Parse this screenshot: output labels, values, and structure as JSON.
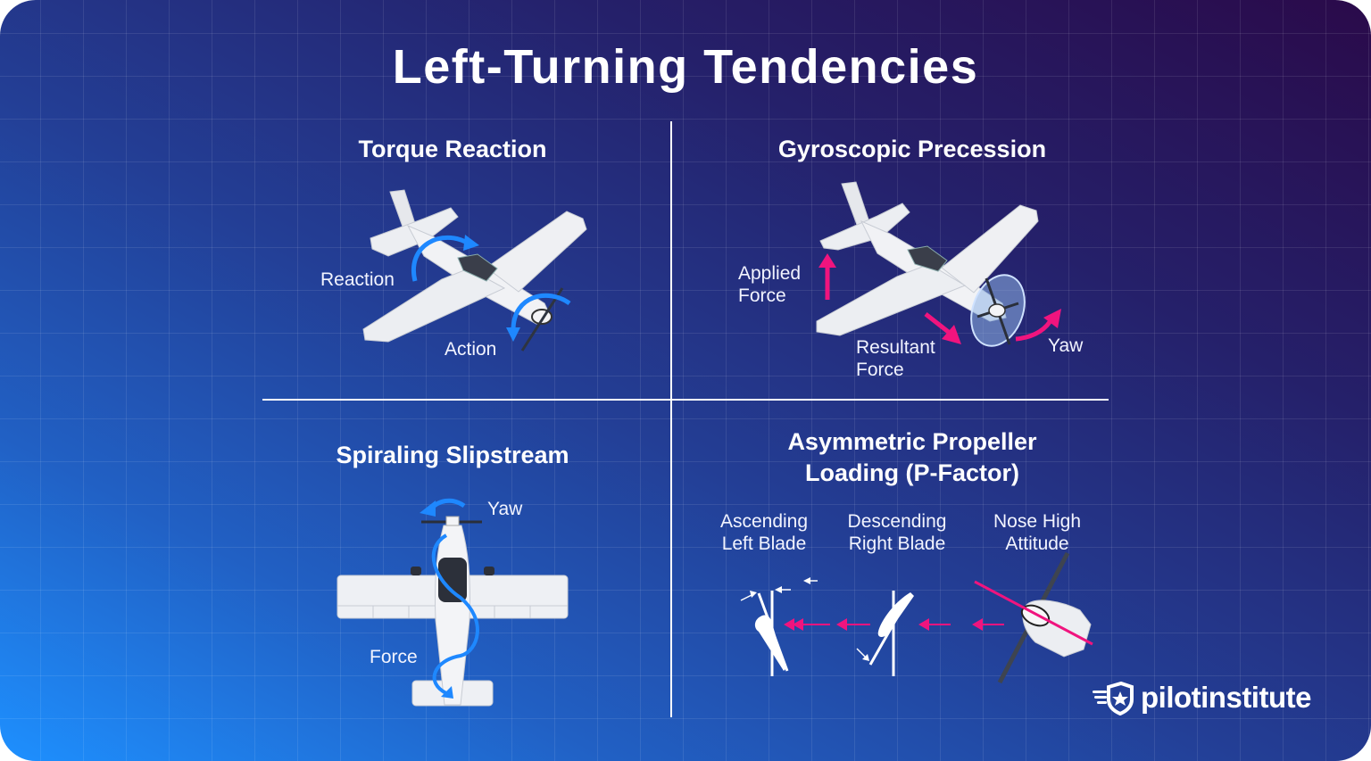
{
  "title": "Left-Turning Tendencies",
  "colors": {
    "background_gradient": [
      "#1e90ff",
      "#2160c4",
      "#233e95",
      "#25206a",
      "#2a0a4a"
    ],
    "rotation_arrow_blue": "#1e88ff",
    "force_arrow_magenta": "#f0147e",
    "text": "#ffffff",
    "aircraft_body": "#eef0f4"
  },
  "sections": {
    "torque_reaction": {
      "title": "Torque Reaction",
      "labels": {
        "reaction": "Reaction",
        "action": "Action"
      }
    },
    "gyroscopic_precession": {
      "title": "Gyroscopic Precession",
      "labels": {
        "applied_force": [
          "Applied",
          "Force"
        ],
        "resultant_force": [
          "Resultant",
          "Force"
        ],
        "yaw": "Yaw"
      }
    },
    "spiraling_slipstream": {
      "title": "Spiraling Slipstream",
      "labels": {
        "yaw": "Yaw",
        "force": "Force"
      }
    },
    "p_factor": {
      "title": [
        "Asymmetric Propeller",
        "Loading (P-Factor)"
      ],
      "columns": [
        {
          "line1": "Ascending",
          "line2": "Left Blade"
        },
        {
          "line1": "Descending",
          "line2": "Right Blade"
        },
        {
          "line1": "Nose High",
          "line2": "Attitude"
        }
      ]
    }
  },
  "logo": {
    "text": "pilotinstitute",
    "icon": "shield-star-wings-icon"
  }
}
